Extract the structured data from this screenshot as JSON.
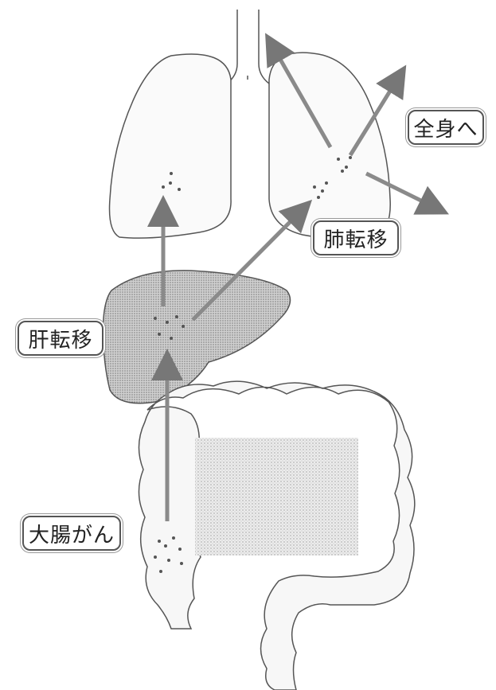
{
  "labels": {
    "whole_body": "全身へ",
    "lung_metastasis": "肺転移",
    "liver_metastasis": "肝転移",
    "colon_cancer": "大腸がん"
  },
  "colors": {
    "outline": "#444444",
    "arrow": "#8a8a8a",
    "stipple": "#b5b5b5",
    "liver_fill": "#d2d2d2"
  }
}
